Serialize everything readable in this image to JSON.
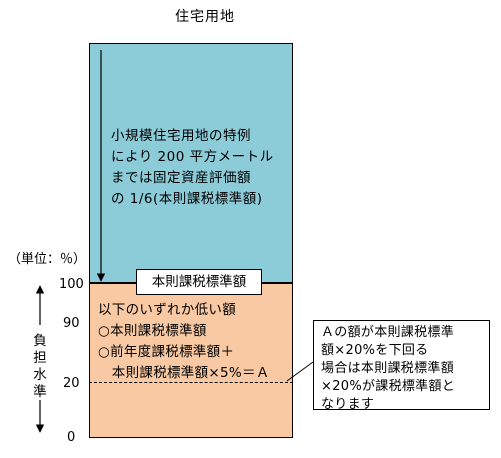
{
  "title": "住宅用地",
  "special_rule_text": "小規模住宅用地の特例\nにより 200 平方メートル\nまでは固定資産評価額\nの 1/6(本則課税標準額)",
  "unit_label": "（単位：％）",
  "ticks": {
    "t100": "100",
    "t90": "90",
    "t20": "20",
    "t0": "0"
  },
  "burden_label": "負担水準",
  "base_label": "本則課税標準額",
  "lower_text": "以下のいずれか低い額\n○本則課税標準額\n○前年度課税標準額＋\n　本則課税標準額×5%＝Ａ",
  "callout_text": "Ａの額が本則課税標準\n額×20%を下回る\n場合は本則課税標準額\n×20%が課税標準額と\nなります"
}
